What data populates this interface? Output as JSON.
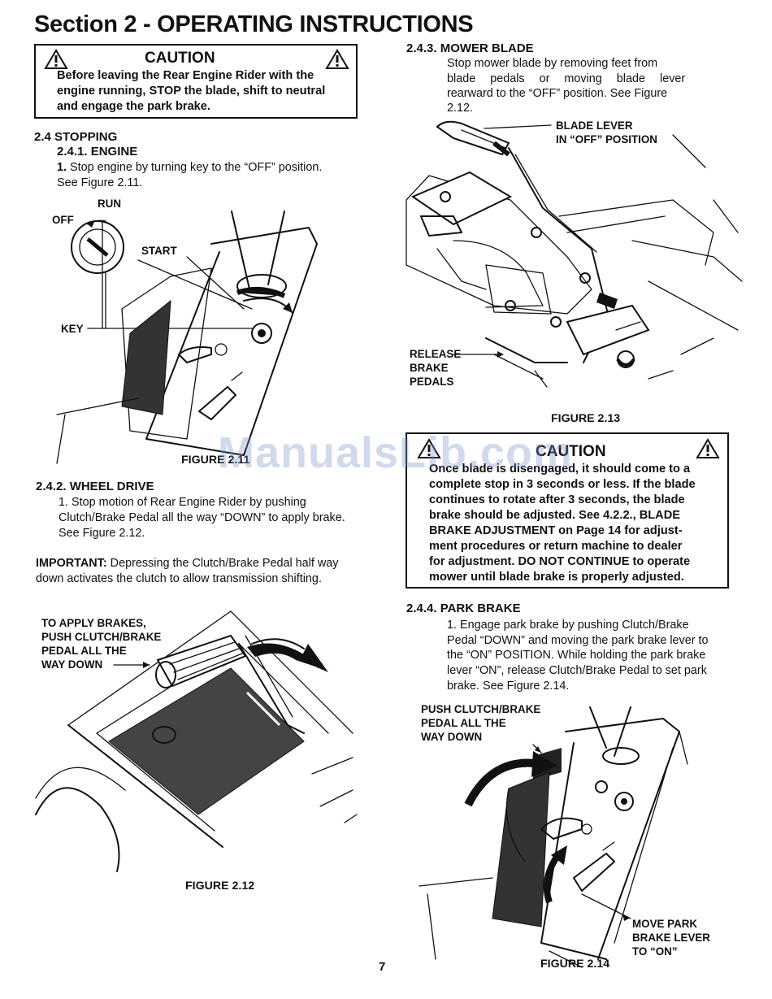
{
  "page": {
    "title": "Section 2 - OPERATING INSTRUCTIONS",
    "page_number": "7",
    "watermark": "ManualsLib.com"
  },
  "caution1": {
    "heading": "CAUTION",
    "lines": [
      "Before leaving the Rear Engine Rider with the",
      "engine running, STOP the blade, shift to neutral",
      "and engage the park brake."
    ]
  },
  "stopping": {
    "heading": "2.4 STOPPING",
    "engine": {
      "heading": "2.4.1. ENGINE",
      "step_num": "1.",
      "line1": "Stop engine by turning key to the “OFF” position.",
      "line2": "See Figure 2.11."
    },
    "figure_2_11": {
      "label_run": "RUN",
      "label_off": "OFF",
      "label_start": "START",
      "label_key": "KEY",
      "caption": "FIGURE 2.11"
    },
    "wheel_drive": {
      "heading": "2.4.2. WHEEL DRIVE",
      "lines": [
        "1. Stop motion of Rear Engine Rider by pushing",
        "Clutch/Brake Pedal all the way “DOWN” to apply brake.",
        "See Figure 2.12."
      ]
    },
    "important": {
      "label": "IMPORTANT:",
      "line1": " Depressing the Clutch/Brake Pedal half way",
      "line2": "down activates the clutch to allow transmission shifting."
    },
    "figure_2_12": {
      "callout": [
        "TO APPLY BRAKES,",
        "PUSH CLUTCH/BRAKE",
        "PEDAL ALL THE",
        "WAY DOWN"
      ],
      "caption": "FIGURE 2.12"
    }
  },
  "mower_blade": {
    "heading": "2.4.3. MOWER BLADE",
    "lines": [
      "Stop mower blade by removing feet from",
      "blade pedals or moving blade lever",
      "rearward to the “OFF” position. See Figure",
      "2.12."
    ],
    "figure_2_13": {
      "label_lever": [
        "BLADE LEVER",
        "IN “OFF” POSITION"
      ],
      "label_release": [
        "RELEASE",
        "BRAKE",
        "PEDALS"
      ],
      "caption": "FIGURE 2.13"
    }
  },
  "caution2": {
    "heading": "CAUTION",
    "lines": [
      "Once blade is disengaged, it should come to a",
      "complete stop in 3 seconds or less.  If the blade",
      "continues to rotate after 3 seconds, the blade",
      "brake should be adjusted.  See 4.2.2., BLADE",
      "BRAKE ADJUSTMENT on Page 14 for adjust-",
      "ment procedures or return machine to dealer",
      "for adjustment.  DO NOT CONTINUE to operate",
      "mower until blade brake is properly adjusted."
    ]
  },
  "park_brake": {
    "heading": "2.4.4. PARK BRAKE",
    "lines": [
      "1. Engage park brake by pushing Clutch/Brake",
      "Pedal “DOWN” and moving the park brake lever to",
      "the “ON” POSITION.  While holding the park brake",
      "lever “ON”, release Clutch/Brake Pedal to set park",
      "brake.  See Figure 2.14."
    ],
    "figure_2_14": {
      "label_push": [
        "PUSH CLUTCH/BRAKE",
        "PEDAL ALL THE",
        "WAY DOWN"
      ],
      "label_move": [
        "MOVE PARK",
        "BRAKE LEVER",
        "TO “ON”"
      ],
      "caption": "FIGURE 2.14"
    }
  }
}
